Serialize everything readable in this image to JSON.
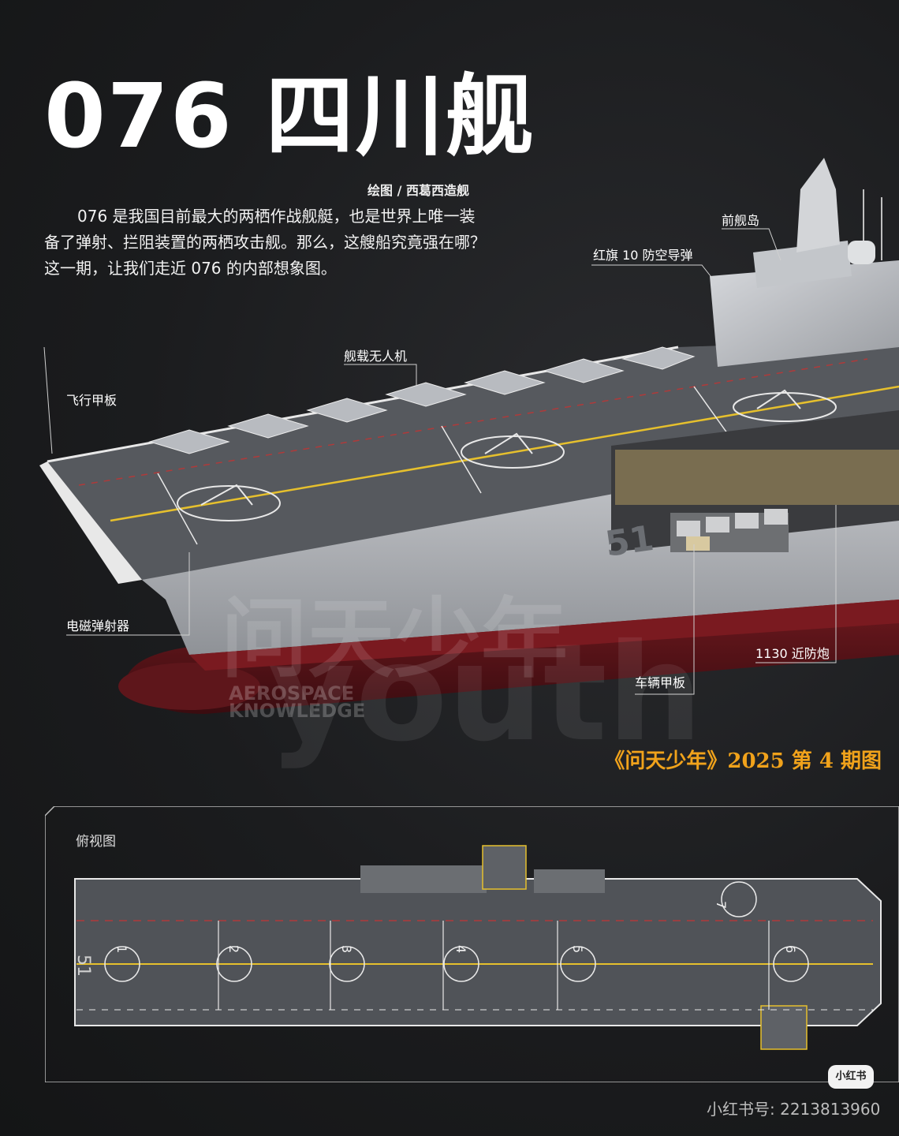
{
  "title": "076 四川舰",
  "credit": "绘图 / 西葛西造舰",
  "intro": "076 是我国目前最大的两栖作战舰艇，也是世界上唯一装备了弹射、拦阻装置的两栖攻击舰。那么，这艘船究竟强在哪？这一期，让我们走近 076 的内部想象图。",
  "labels": {
    "island": "前舰岛",
    "hq10": "红旗 10 防空导弹",
    "drones": "舰载无人机",
    "flight_deck": "飞行甲板",
    "catapult": "电磁弹射器",
    "ciws": "1130 近防炮",
    "vehicle_deck": "车辆甲板"
  },
  "watermark": {
    "aerospace_knowledge": "AEROSPACE KNOWLEDGE",
    "wentian": "问天少年",
    "youth": "youth"
  },
  "hull_number": "51",
  "caption": "《问天少年》2025 第 4 期图",
  "top_view": {
    "title": "俯视图",
    "spots": [
      "1",
      "2",
      "3",
      "4",
      "5",
      "6",
      "7"
    ],
    "deck_number": "51"
  },
  "badge": "小红书",
  "footer_id": "小红书号: 2213813960",
  "colors": {
    "accent_orange": "#f0a21b",
    "deck_gray": "#55585d",
    "hull_red": "#6b1a1f",
    "yellow_line": "#e6c02d"
  }
}
